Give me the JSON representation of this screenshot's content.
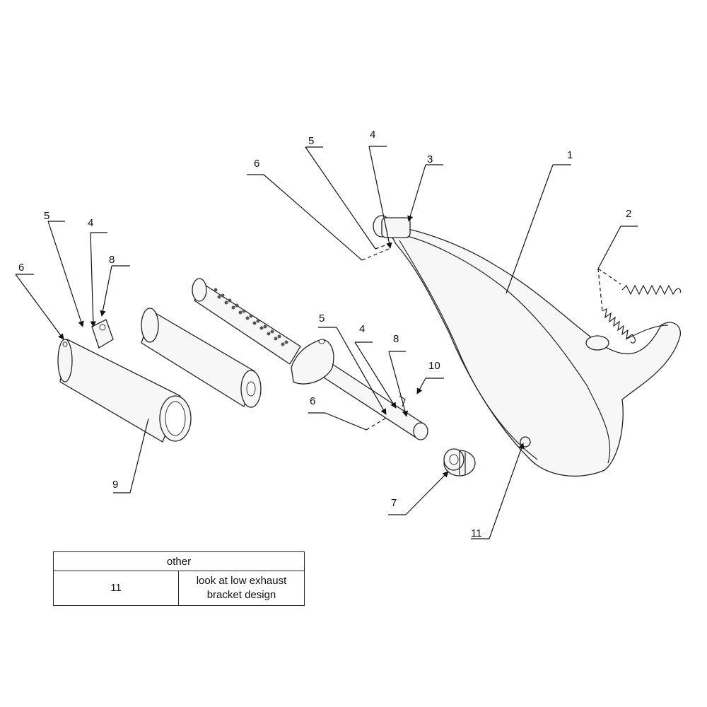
{
  "callouts": [
    "1",
    "2",
    "3",
    "4",
    "5",
    "6",
    "4",
    "5",
    "8",
    "6",
    "5",
    "4",
    "8",
    "10",
    "6",
    "7",
    "9",
    "11"
  ],
  "legend": {
    "header": "other",
    "rows": [
      {
        "number": "11",
        "text_line1": "look at low exhaust",
        "text_line2": "bracket design"
      }
    ]
  }
}
